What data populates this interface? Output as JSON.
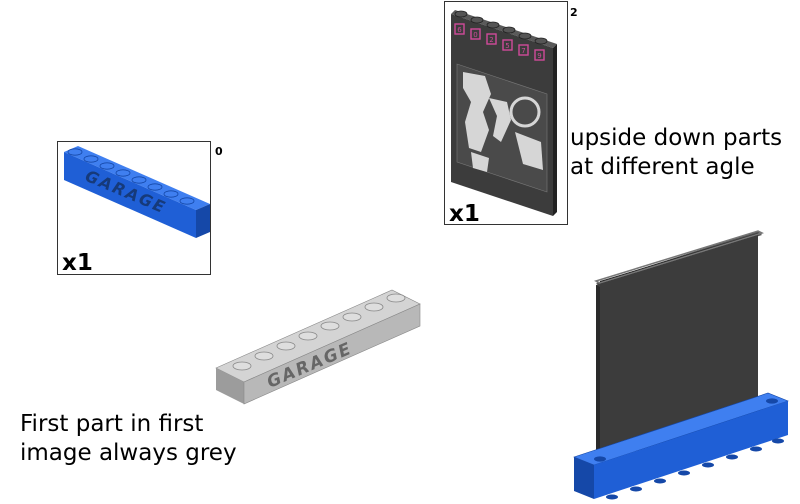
{
  "callouts": [
    {
      "step_number": "0",
      "quantity": "x1",
      "part_print": "GARAGE",
      "part_color": "#1f5fd6"
    },
    {
      "step_number": "2",
      "quantity": "x1",
      "stud_marks": [
        "6",
        "0",
        "2",
        "5",
        "7",
        "9"
      ],
      "part_color": "#3c3c3c"
    }
  ],
  "model": {
    "brick_print": "GARAGE",
    "brick_color": "#b8b8b8"
  },
  "annotations": {
    "upside_down": [
      "upside down parts",
      "at different agle"
    ],
    "first_part": [
      "First part in first",
      "image always grey"
    ]
  },
  "colors": {
    "blue": "#1f5fd6",
    "dark_grey": "#3c3c3c",
    "light_grey": "#b8b8b8",
    "pink": "#d04a9a"
  }
}
